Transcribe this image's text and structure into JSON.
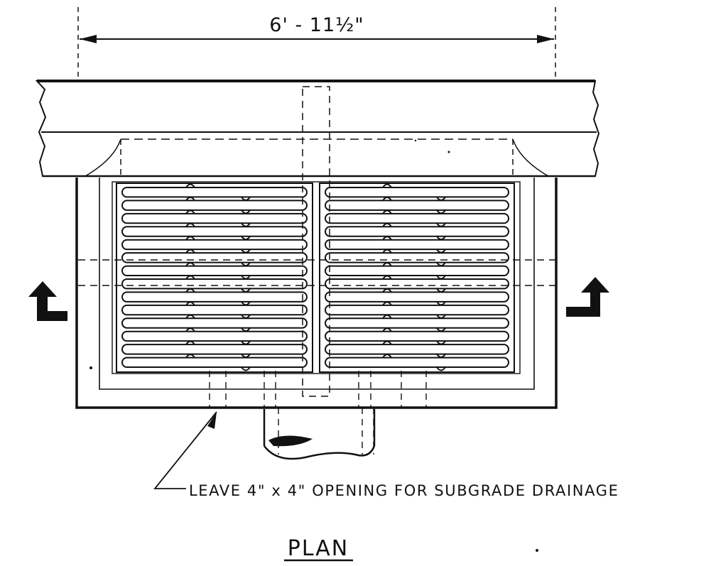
{
  "drawing": {
    "dimension_label": "6' - 11½\"",
    "note_label": "LEAVE 4\" x 4\" OPENING FOR SUBGRADE DRAINAGE",
    "view_title": "PLAN",
    "section_markers": [
      {
        "name": "left-section-arrow-icon",
        "direction": "up"
      },
      {
        "name": "right-section-arrow-icon",
        "direction": "up"
      }
    ],
    "grate_panels": [
      {
        "name": "left-grate-panel",
        "bars": 14
      },
      {
        "name": "right-grate-panel",
        "bars": 14
      }
    ],
    "colors": {
      "ink": "#111111",
      "paper": "#ffffff"
    }
  }
}
